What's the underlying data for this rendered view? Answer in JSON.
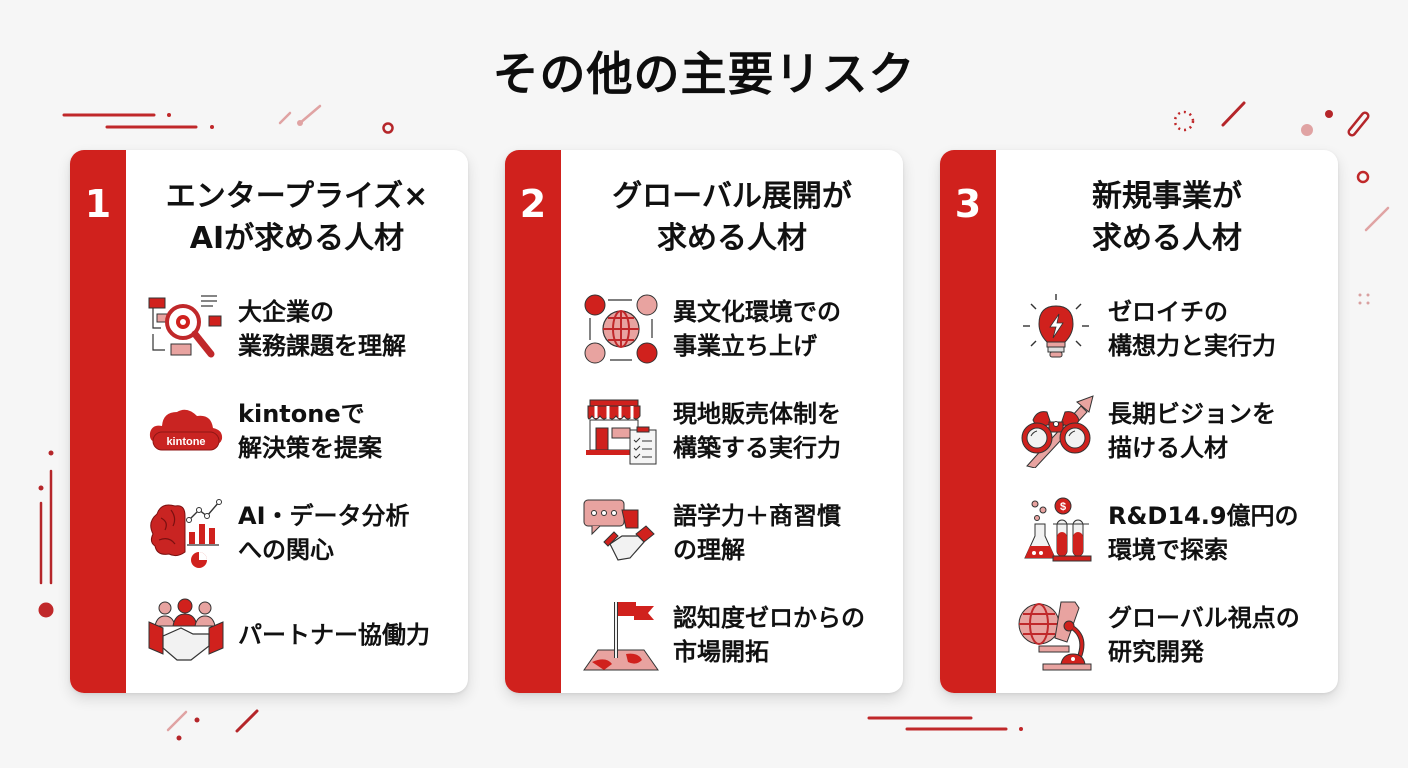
{
  "title": "その他の主要リスク",
  "colors": {
    "accent": "#d0211d",
    "accent_light": "#e8a3a0",
    "background": "#f6f6f6",
    "card": "#ffffff",
    "text": "#111111"
  },
  "cards": [
    {
      "number": "1",
      "heading": [
        "エンタープライズ×",
        "AIが求める人材"
      ],
      "items": [
        {
          "icon": "magnifier-gear-icon",
          "lines": [
            "大企業の",
            "業務課題を理解"
          ]
        },
        {
          "icon": "kintone-cloud-icon",
          "icon_label": "kintone",
          "lines": [
            "kintoneで",
            "解決策を提案"
          ]
        },
        {
          "icon": "brain-chart-icon",
          "lines": [
            "AI・データ分析",
            "への関心"
          ]
        },
        {
          "icon": "team-handshake-icon",
          "lines": [
            "パートナー協働力"
          ]
        }
      ]
    },
    {
      "number": "2",
      "heading": [
        "グローバル展開が",
        "求める人材"
      ],
      "items": [
        {
          "icon": "globe-network-icon",
          "lines": [
            "異文化環境での",
            "事業立ち上げ"
          ]
        },
        {
          "icon": "storefront-checklist-icon",
          "lines": [
            "現地販売体制を",
            "構築する実行力"
          ]
        },
        {
          "icon": "chat-handshake-icon",
          "lines": [
            "語学力＋商習慣",
            "の理解"
          ]
        },
        {
          "icon": "flag-map-icon",
          "lines": [
            "認知度ゼロからの",
            "市場開拓"
          ]
        }
      ]
    },
    {
      "number": "3",
      "heading": [
        "新規事業が",
        "求める人材"
      ],
      "items": [
        {
          "icon": "lightbulb-bolt-icon",
          "lines": [
            "ゼロイチの",
            "構想力と実行力"
          ]
        },
        {
          "icon": "binoculars-arrow-icon",
          "lines": [
            "長期ビジョンを",
            "描ける人材"
          ]
        },
        {
          "icon": "lab-flask-money-icon",
          "lines": [
            "R&D14.9億円の",
            "環境で探索"
          ]
        },
        {
          "icon": "globe-microscope-icon",
          "lines": [
            "グローバル視点の",
            "研究開発"
          ]
        }
      ]
    }
  ]
}
